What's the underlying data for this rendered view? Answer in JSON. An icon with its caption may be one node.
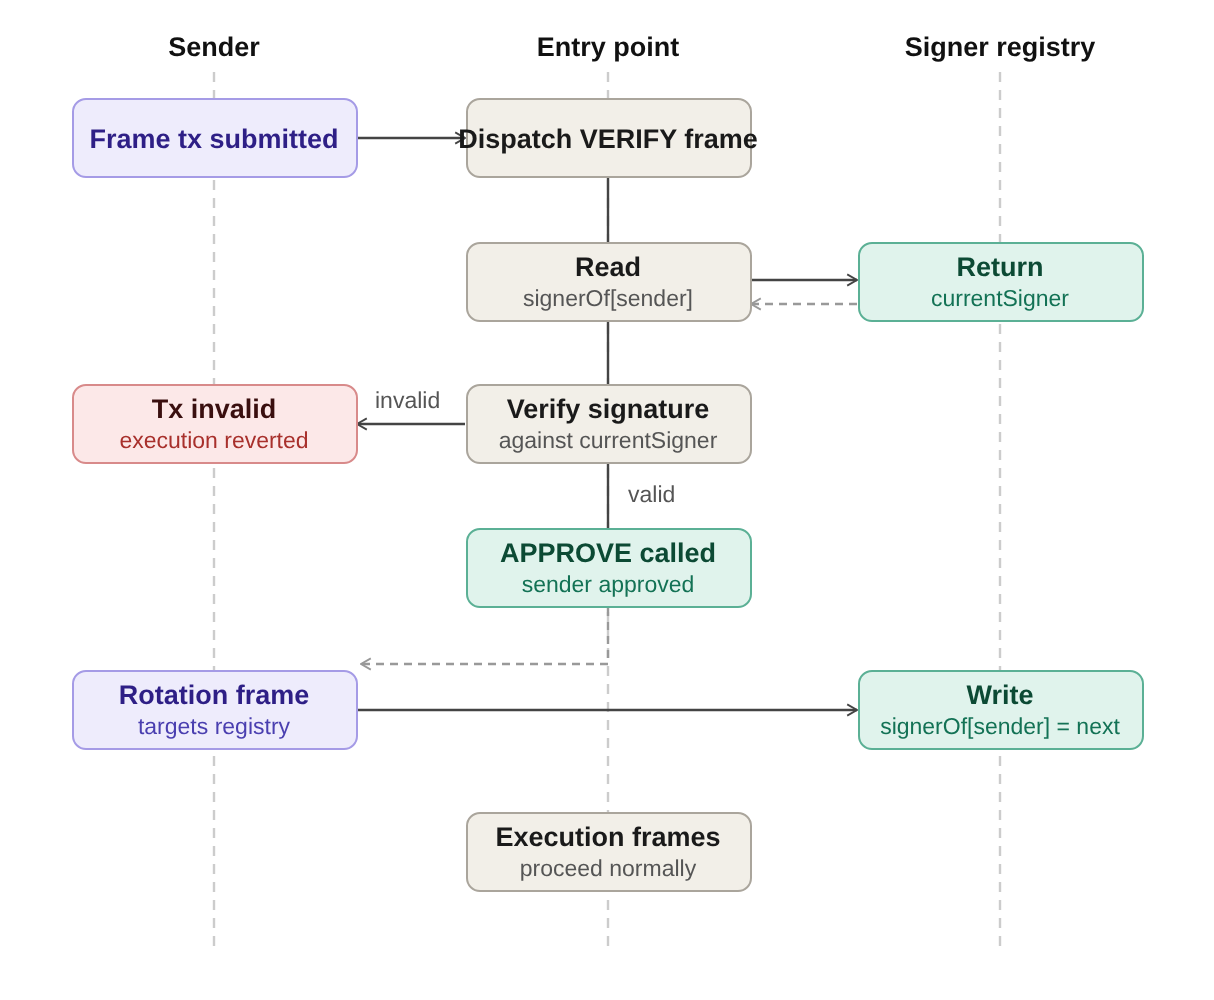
{
  "diagram": {
    "nodes": [
      {
        "text": [
          "Frame tx submitted"
        ]
      },
      {
        "text": [
          "Dispatch VERIFY frame"
        ]
      },
      {
        "text": [
          "Read",
          "signerOf[sender]"
        ]
      },
      {
        "text": [
          "Return",
          "currentSigner"
        ]
      },
      {
        "text": [
          "Tx invalid",
          "execution reverted"
        ]
      },
      {
        "text": [
          "Verify signature",
          "against currentSigner"
        ]
      },
      {
        "text": [
          "APPROVE called",
          "sender approved"
        ]
      },
      {
        "text": [
          "Rotation frame",
          "targets registry"
        ]
      },
      {
        "text": [
          "Write",
          "signerOf[sender] = next"
        ]
      },
      {
        "text": [
          "Execution frames",
          "proceed normally"
        ]
      }
    ],
    "edges": [
      {
        "from": 0,
        "to": 1,
        "arrow": "to"
      },
      {
        "from": 1,
        "to": 2,
        "arrow": "none"
      },
      {
        "from": 2,
        "to": 3,
        "arrow": "to"
      },
      {
        "from": 3,
        "to": 2,
        "arrow": "to",
        "style": "dashed",
        "color": "#999999"
      },
      {
        "from": 2,
        "to": 5,
        "arrow": "none"
      },
      {
        "from": 5,
        "to": 4,
        "arrow": "to",
        "label": "invalid"
      },
      {
        "from": 5,
        "to": 6,
        "arrow": "none",
        "label": "valid"
      },
      {
        "from": 6,
        "to": 7,
        "arrow": "to",
        "style": "dashed",
        "color": "#999999"
      },
      {
        "from": 7,
        "to": 8,
        "arrow": "to"
      }
    ],
    "labels": [
      "Sender",
      "Entry point",
      "Signer registry"
    ]
  }
}
